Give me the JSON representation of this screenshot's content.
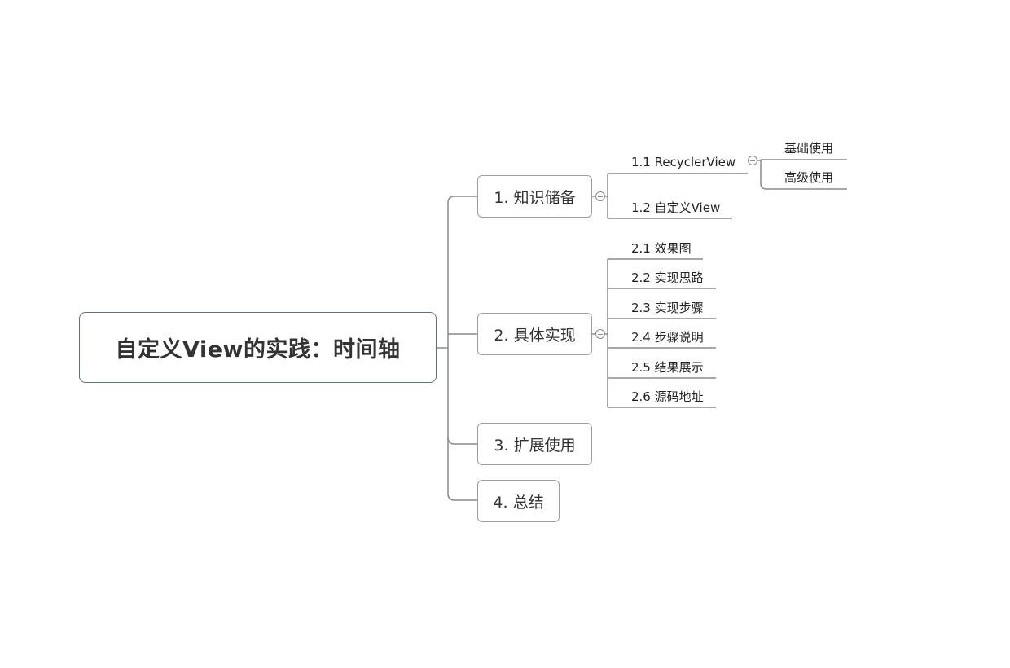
{
  "mindmap": {
    "root": "自定义View的实践：时间轴",
    "branches": [
      {
        "label": "1. 知识储备",
        "children": [
          {
            "label": "1.1 RecyclerView",
            "children": [
              {
                "label": "基础使用"
              },
              {
                "label": "高级使用"
              }
            ]
          },
          {
            "label": "1.2 自定义View"
          }
        ]
      },
      {
        "label": "2. 具体实现",
        "children": [
          {
            "label": "2.1 效果图"
          },
          {
            "label": "2.2 实现思路"
          },
          {
            "label": "2.3 实现步骤"
          },
          {
            "label": "2.4 步骤说明"
          },
          {
            "label": "2.5 结果展示"
          },
          {
            "label": "2.6 源码地址"
          }
        ]
      },
      {
        "label": "3. 扩展使用"
      },
      {
        "label": "4. 总结"
      }
    ]
  },
  "colors": {
    "root_border": "#5b6f8f",
    "node_border": "#9e9e9e",
    "connector": "#8a8a8a",
    "text": "#333333"
  }
}
